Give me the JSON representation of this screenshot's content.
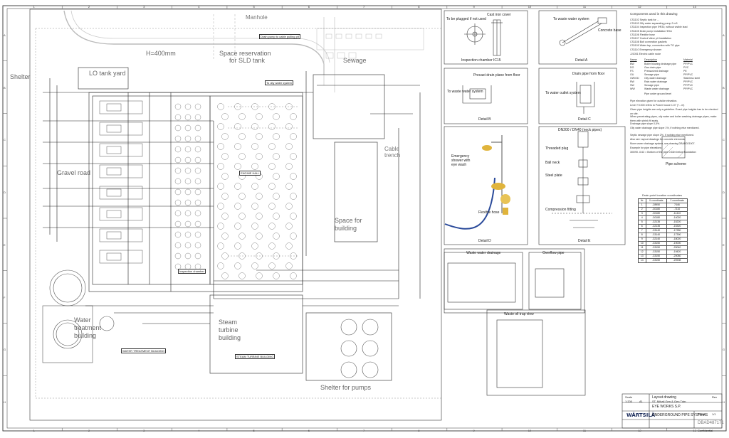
{
  "grid": {
    "cols_top": [
      "1",
      "2",
      "3",
      "4",
      "5",
      "6",
      "7",
      "8",
      "9",
      "10",
      "11",
      "12",
      "13"
    ],
    "rows_left": [
      "A",
      "B",
      "C",
      "D",
      "E",
      "F",
      "G",
      "H"
    ]
  },
  "plan_labels": {
    "manhole": "Manhole",
    "hv400mm": "H=400mm",
    "space_reservation": "Space reservation",
    "for_sld_tank": "for SLD tank",
    "sewage": "Sewage",
    "lo_tank_yard": "LO tank yard",
    "shelter": "Shelter",
    "gravel_road": "Gravel road",
    "cable_trench": "Cable trench",
    "water_treatment": "Water treatment building",
    "steam_turbine": "Steam turbine building",
    "space_for_building": "Space for building",
    "shelter_for_pumps": "Shelter for pumps",
    "engine_hall": "ENGINE HALL",
    "steam_turbine_building": "STEAM TURBINE BUILDING",
    "water_treatment_building": "WATER TREATMENT BUILDING",
    "inspection_chamber": "Inspection chamber",
    "oily_water_system": "To oily water system",
    "drain_pump": "Drain pump to cable pulling pit"
  },
  "details": {
    "inspection_chamber_title": "Inspection chamber IC15",
    "detail_a": "Detail A",
    "detail_b": "Detail B",
    "detail_c": "Detail C",
    "detail_d": "Detail D",
    "detail_e": "Detail E",
    "waste_oil_drainage": "Waste water drainage",
    "sludge_pit": "Overflow pipe",
    "oil_trap_view": "Waste oil trap view",
    "flexible_hose": "Flexible hose",
    "emergency_shower": "Emergency shower with eye wash",
    "threaded_plug": "Threaded plug",
    "bell neck": "Ball neck",
    "steel_plate": "Steel plate",
    "compression_fitting": "Compression fitting",
    "pipe_size_label": "DN200 / DN40 (neck pipes)",
    "pipe_scheme": "Pipe scheme",
    "to_be_plugged": "To be plugged if not used",
    "cast_iron_cover": "Cast iron cover",
    "to_water_system": "To waste water system",
    "precast_drain": "Precast drain plane from floor",
    "drain_pipe": "Drain pipe from floor",
    "to_water_outlet": "To water outlet system",
    "concrete_base": "Concrete base"
  },
  "components": {
    "heading": "Components used in this drawing",
    "items": [
      "CS1102  Septic tank for ...",
      "CS1103  Oily water separating pump 2 m3",
      "CS1104  Inspection pipe ΦR30, without visible lead",
      "CS1105  Drain pump installation Φ0m",
      "CS1106  Flexible hose",
      "CS1107  Control Valve pit Installation",
      "CS1108  Bolt connection gaskets",
      "CS1109  Water tap, connection with TG pipe",
      "CS1110  Emergency shower"
    ],
    "electric": "JJ1051  Electric cable route",
    "table_head": [
      "Name",
      "Description",
      "Material"
    ],
    "table_rows": [
      [
        "BW",
        "Boiler blowing drainage pipe",
        "PP/PVC"
      ],
      [
        "DG",
        "Gas drain pipe",
        "PVC"
      ],
      [
        "FS",
        "Pressurized drainage",
        "PE"
      ],
      [
        "OU",
        "Sewage pipe",
        "PP/PVC"
      ],
      [
        "OW/OD",
        "Oily water drainage",
        "Stainless steel"
      ],
      [
        "RW",
        "Rain water drainage",
        "PP/PVC"
      ],
      [
        "SW",
        "Sewage pipe",
        "PP/PVC"
      ],
      [
        "WW",
        "Waste water drainage",
        "PP/PVC"
      ]
    ],
    "under_ground": "Pipe under ground level"
  },
  "notes": [
    "Pipe elevation given for outside elevation.",
    "Level +0.000 refers to Power house 1.07 (+...m)",
    "Given pipe heights are only a guideline. Exact pipe heights has to be checked on site.",
    "When penetrating pipes, oily water and boiler washing drainage pipes, make them with shrink fit seals.",
    "Drainage pipe slope 0,5%.",
    "Oily water drainage pipe slope 1%, if nothing else mentioned.",
    "Septic sewage pipe slope 2%, if nothing else mentioned.",
    "Also see Layout drawings for concrete elements.",
    "More sewer drainage system, see drawing DBAD021007.",
    "Example for pipe elevations:",
    "300/90 -0.63 = Bottom of the pipe 0.63m below foundation"
  ],
  "coord_table": {
    "heading": "Drain point location coordinates",
    "head": [
      "Nr",
      "X coordinate",
      "Y coordinate"
    ],
    "rows": [
      [
        "1",
        "-28950",
        "7446"
      ],
      [
        "2",
        "-30180",
        "-7110"
      ],
      [
        "3",
        "-30180",
        "-11410"
      ],
      [
        "4",
        "-30180",
        "-14020"
      ],
      [
        "5",
        "-32135",
        "-15220"
      ],
      [
        "6",
        "-32135",
        "-15320"
      ],
      [
        "7",
        "-33140",
        "-17280"
      ],
      [
        "8",
        "-33140",
        "-17390"
      ],
      [
        "9",
        "-32140",
        "-18020"
      ],
      [
        "10",
        "-33150",
        "-19000"
      ],
      [
        "11",
        "-33150",
        "-20040"
      ],
      [
        "12",
        "-33150",
        "-19420"
      ],
      [
        "13",
        "-33150",
        "-20080"
      ],
      [
        "14",
        "-33150",
        "-20908"
      ]
    ]
  },
  "title_block": {
    "company": "WÄRTSILÄ",
    "project": "Layout drawing",
    "subtitle": "ST. Mihail Gen & Gen Tdm",
    "customer": "EYE WORKS S.P.",
    "drawing_title": "UNDERGROUND PIPE SYSTEMS",
    "drawing_no": "DBAD487171",
    "sheet_label": "Sheet",
    "sheet_no": "1/1",
    "rev": "Rev",
    "scale_label": "Scale",
    "scale": "1:200",
    "size": "A1",
    "confidential": "Confidential"
  },
  "colors": {
    "line": "#333333",
    "grid": "#888888",
    "hose": "#2a4a9a",
    "shower": "#e0b43c",
    "watermark": "#9a9a9a"
  }
}
